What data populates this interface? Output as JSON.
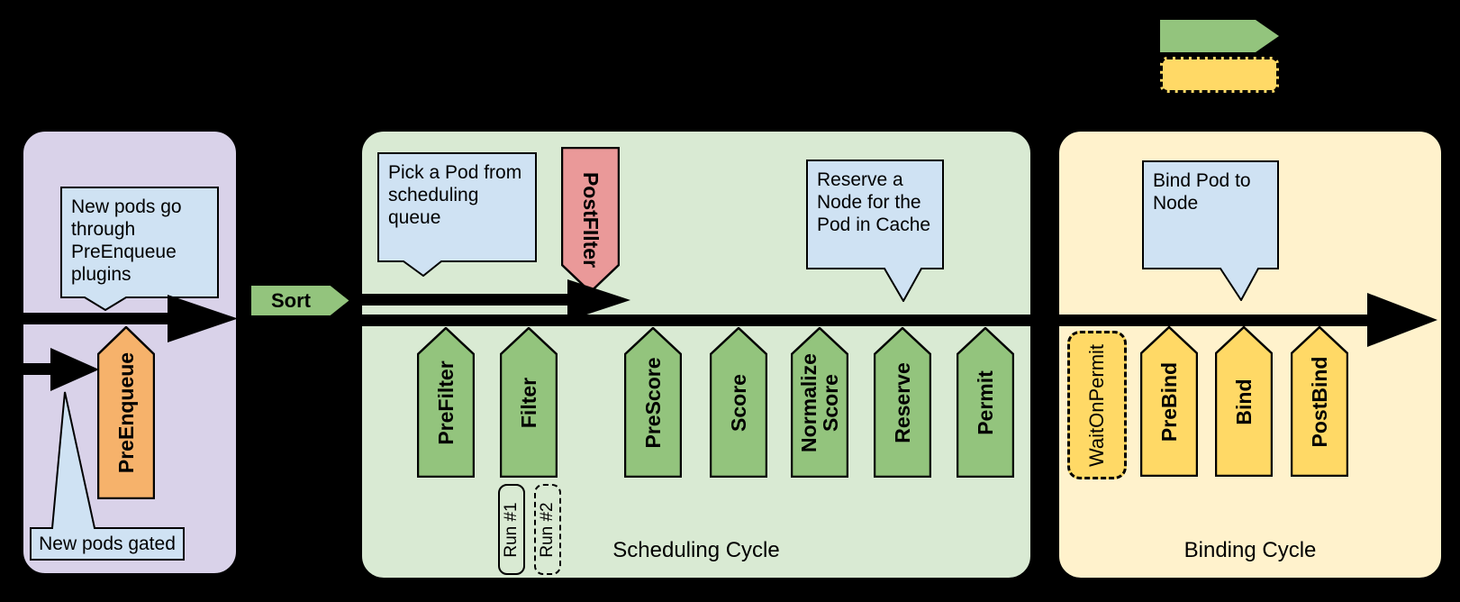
{
  "colors": {
    "background": "#000000",
    "queue_box": "#d9d2e9",
    "scheduling_box": "#d9ead3",
    "binding_box": "#fff2cc",
    "extension_green": "#93c47d",
    "extension_yellow": "#ffd966",
    "preenqueue_orange": "#f6b26b",
    "postfilter_red": "#ea9999",
    "bubble_blue": "#cfe2f3"
  },
  "legend": {
    "green_arrow_icon": "extension-point-arrow",
    "yellow_dashed_icon": "optional-extension-point-box"
  },
  "queue_section": {
    "new_pods_bubble": "New pods go through PreEnqueue plugins",
    "gated_callout": "New pods gated",
    "preenqueue": "PreEnqueue"
  },
  "sort": "Sort",
  "scheduling_cycle": {
    "title": "Scheduling Cycle",
    "pick_pod_bubble": "Pick a Pod from scheduling queue",
    "reserve_bubble": "Reserve a Node for the Pod in Cache",
    "postfilter": "PostFIlter",
    "points": [
      "PreFilter",
      "Filter",
      "PreScore",
      "Score",
      "Normalize Score",
      "Reserve",
      "Permit"
    ],
    "filter_runs": [
      "Run #1",
      "Run #2"
    ]
  },
  "binding_cycle": {
    "title": "Binding Cycle",
    "bind_bubble": "Bind Pod to Node",
    "wait_on_permit": "WaitOnPermit",
    "points": [
      "PreBind",
      "Bind",
      "PostBind"
    ]
  }
}
